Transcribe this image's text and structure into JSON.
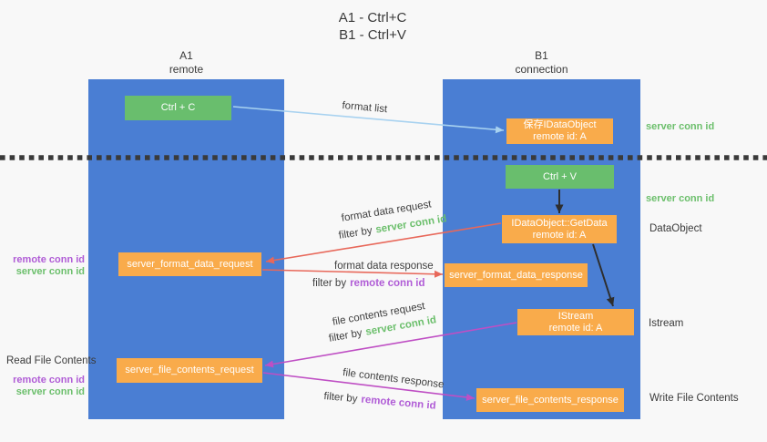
{
  "title": {
    "line1": "A1 - Ctrl+C",
    "line2": "B1 - Ctrl+V"
  },
  "lanes": {
    "left": {
      "id": "A1",
      "sub": "remote"
    },
    "right": {
      "id": "B1",
      "sub": "connection"
    }
  },
  "boxes": {
    "ctrl_c": {
      "label": "Ctrl + C"
    },
    "save_dataobject": {
      "line1": "保存IDataObject",
      "line2": "remote id: A"
    },
    "ctrl_v": {
      "label": "Ctrl + V"
    },
    "getdata": {
      "line1": "IDataObject::GetData",
      "line2": "remote id: A"
    },
    "format_request": {
      "label": "server_format_data_request"
    },
    "format_response": {
      "label": "server_format_data_response"
    },
    "istream": {
      "line1": "IStream",
      "line2": "remote id: A"
    },
    "file_request": {
      "label": "server_file_contents_request"
    },
    "file_response": {
      "label": "server_file_contents_response"
    }
  },
  "flows": {
    "format_list": {
      "label": "format list"
    },
    "format_request": {
      "label": "format data request",
      "filter_prefix": "filter by",
      "filter_key": "server conn id"
    },
    "format_response": {
      "label": "format data response",
      "filter_prefix": "filter by",
      "filter_key": "remote conn id"
    },
    "file_request": {
      "label": "file contents request",
      "filter_prefix": "filter by",
      "filter_key": "server conn id"
    },
    "file_response": {
      "label": "file contents response",
      "filter_prefix": "filter by",
      "filter_key": "remote conn id"
    }
  },
  "annotations": {
    "right_server_conn_id_top": "server conn id",
    "right_server_conn_id_mid": "server conn id",
    "right_dataobject": "DataObject",
    "right_istream": "Istream",
    "right_write_file_contents": "Write File Contents",
    "left_remote_conn_id_1": "remote conn id",
    "left_server_conn_id_1": "server conn id",
    "left_read_file_contents": "Read File Contents",
    "left_remote_conn_id_2": "remote conn id",
    "left_server_conn_id_2": "server conn id"
  },
  "colors": {
    "background": "#f8f8f8",
    "lane_blue": "#4a7ed3",
    "box_green": "#69be6d",
    "box_orange": "#f9ab4b",
    "arrow_blue": "#a8d2f0",
    "arrow_red": "#e8685a",
    "arrow_magenta": "#bf4fc4",
    "arrow_black": "#2e2e2e",
    "text_dark": "#3a3a3a",
    "text_green": "#6cbf6c",
    "text_purple": "#b05cd6"
  }
}
